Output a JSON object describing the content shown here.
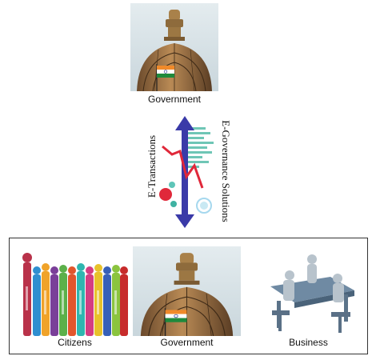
{
  "top": {
    "caption": "Government",
    "image_icon": "parliament-dome-with-emblem-and-flag"
  },
  "middle": {
    "left_label": "E-Transactions",
    "right_label": "E-Governance Solutions",
    "icon": "bidirectional-arrow-with-chart-icon"
  },
  "bottom": {
    "citizens": {
      "caption": "Citizens",
      "image_icon": "colorful-people-silhouettes"
    },
    "government": {
      "caption": "Government",
      "image_icon": "parliament-dome-with-emblem-and-flag"
    },
    "business": {
      "caption": "Business",
      "image_icon": "business-meeting-figures"
    }
  },
  "colors": {
    "arrow": "#3a3aa8",
    "accent_red": "#e0283a",
    "accent_teal": "#5ec5b8"
  }
}
